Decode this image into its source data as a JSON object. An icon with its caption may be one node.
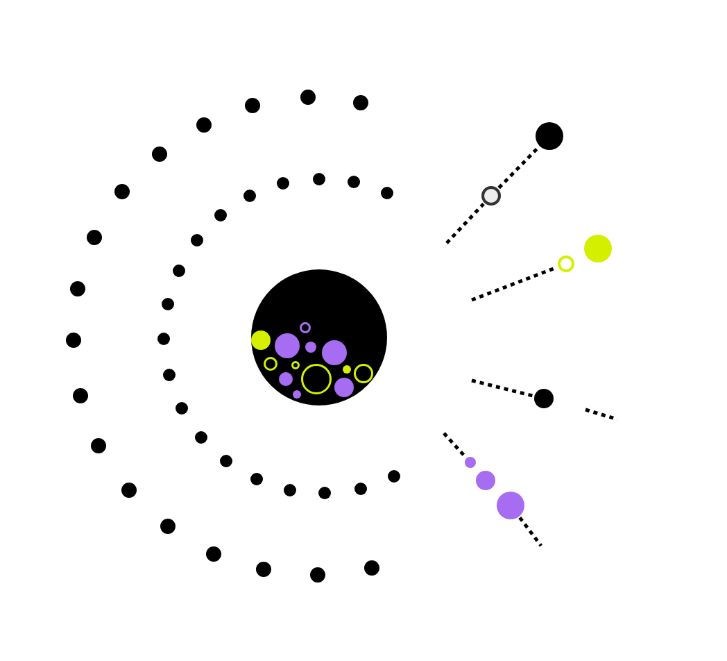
{
  "diagram": {
    "nodes": [
      {
        "text": [],
        "shape": "circle"
      },
      {
        "text": [],
        "shape": "circle"
      },
      {
        "text": [],
        "shape": "circle"
      },
      {
        "text": [],
        "shape": "circle"
      },
      {
        "text": [],
        "shape": "circle"
      },
      {
        "text": [],
        "shape": "circle"
      },
      {
        "text": [],
        "shape": "circle"
      },
      {
        "text": [],
        "shape": "circle"
      },
      {
        "text": [],
        "shape": "circle"
      }
    ],
    "edges": [
      {
        "from": null,
        "to": 1,
        "arrow": "none",
        "style": "dashed"
      },
      {
        "from": 1,
        "to": 2,
        "arrow": "none",
        "style": "dashed"
      },
      {
        "from": null,
        "to": 3,
        "arrow": "none",
        "style": "dashed"
      },
      {
        "from": null,
        "to": 5,
        "arrow": "none",
        "style": "dashed"
      },
      {
        "from": null,
        "to": 6,
        "arrow": "none",
        "style": "dashed"
      },
      {
        "from": 8,
        "to": null,
        "arrow": "none",
        "style": "dashed"
      }
    ]
  }
}
